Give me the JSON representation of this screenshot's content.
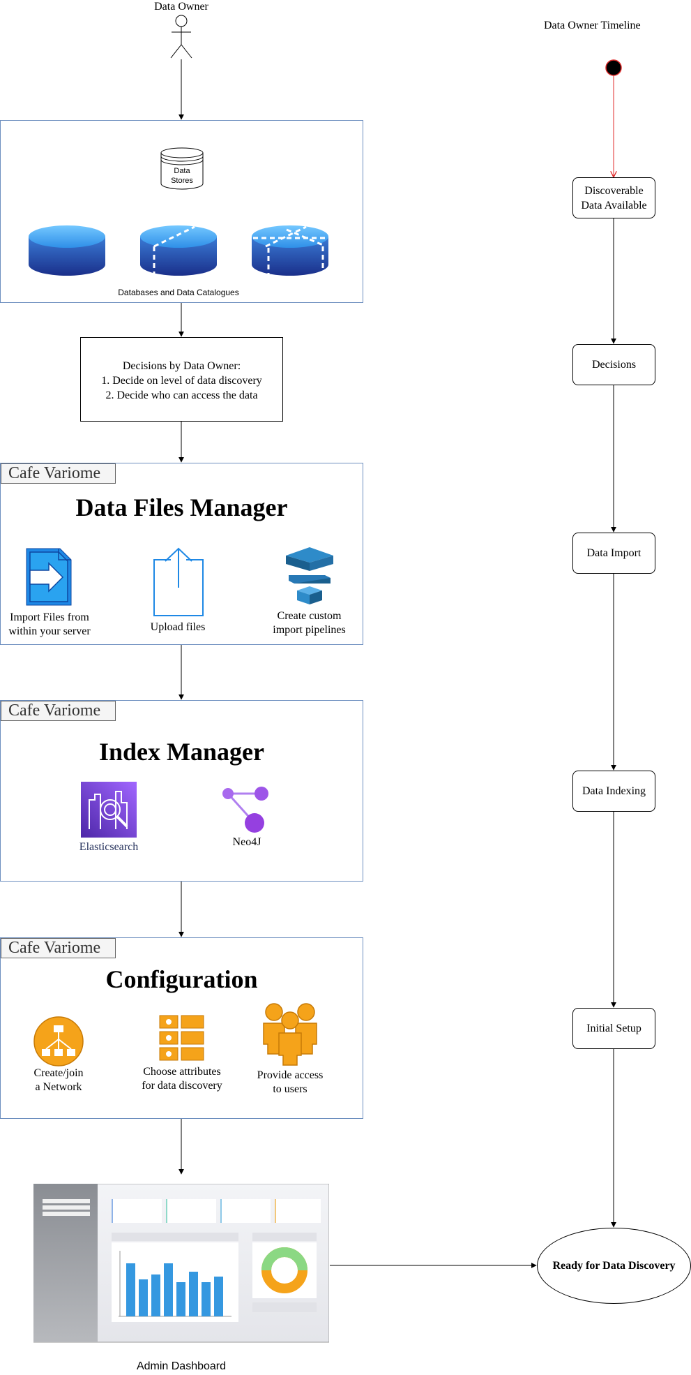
{
  "actor": {
    "label": "Data Owner"
  },
  "timeline": {
    "title": "Data Owner Timeline",
    "steps": [
      {
        "label": "Discoverable\nData Available"
      },
      {
        "label": "Decisions"
      },
      {
        "label": "Data Import"
      },
      {
        "label": "Data Indexing"
      },
      {
        "label": "Initial Setup"
      }
    ],
    "final": "Ready for Data Discovery"
  },
  "databases": {
    "store_label": "Data\nStores",
    "caption": "Databases and Data Catalogues"
  },
  "decisions": {
    "title": "Decisions by Data Owner:",
    "items": [
      "1. Decide on level of data discovery",
      "2. Decide who can access the data"
    ]
  },
  "files_manager": {
    "tab": "Cafe Variome",
    "title": "Data Files Manager",
    "items": [
      {
        "icon": "file-import-icon",
        "label": "Import Files from\nwithin your server"
      },
      {
        "icon": "upload-icon",
        "label": "Upload files"
      },
      {
        "icon": "pipeline-stack-icon",
        "label": "Create custom\nimport pipelines"
      }
    ]
  },
  "index_manager": {
    "tab": "Cafe Variome",
    "title": "Index Manager",
    "items": [
      {
        "icon": "elasticsearch-icon",
        "label": "Elasticsearch"
      },
      {
        "icon": "neo4j-icon",
        "label": "Neo4J"
      }
    ]
  },
  "configuration": {
    "tab": "Cafe Variome",
    "title": "Configuration",
    "items": [
      {
        "icon": "network-icon",
        "label": "Create/join\na Network"
      },
      {
        "icon": "attributes-icon",
        "label": "Choose attributes\nfor data discovery"
      },
      {
        "icon": "users-icon",
        "label": "Provide access\nto users"
      }
    ]
  },
  "dashboard": {
    "label": "Admin Dashboard"
  },
  "colors": {
    "panel_border": "#6c8ebf",
    "db_top": "#4fb3f6",
    "db_body": "#1a3d99",
    "elastic": "#7b3fd6",
    "neo4j": "#9d55e8",
    "aws_orange": "#f5a31a",
    "file_blue": "#1e88e5",
    "red_arrow": "#e02b2b"
  }
}
